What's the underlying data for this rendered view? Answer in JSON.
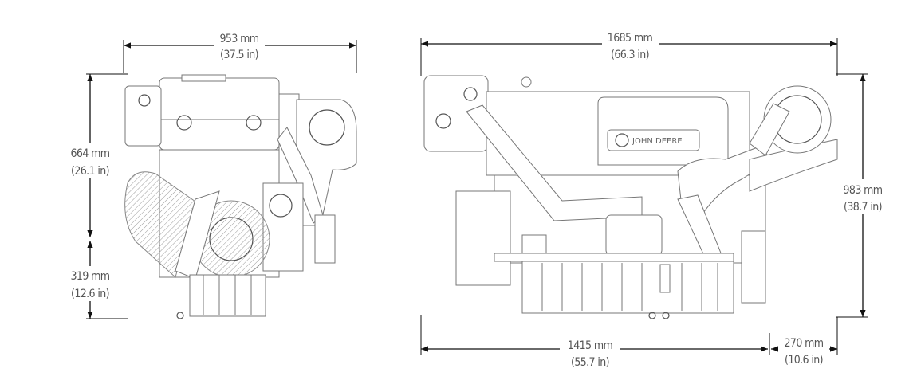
{
  "front_view": {
    "width": {
      "mm": "953 mm",
      "in": "(37.5 in)"
    },
    "height_upper": {
      "mm": "664 mm",
      "in": "(26.1 in)"
    },
    "height_lower": {
      "mm": "319 mm",
      "in": "(12.6 in)"
    }
  },
  "side_view": {
    "overall_length": {
      "mm": "1685 mm",
      "in": "(66.3 in)"
    },
    "overall_height": {
      "mm": "983 mm",
      "in": "(38.7 in)"
    },
    "base_length": {
      "mm": "1415 mm",
      "in": "(55.7 in)"
    },
    "rear_overhang": {
      "mm": "270 mm",
      "in": "(10.6 in)"
    },
    "logo_text": "JOHN DEERE"
  }
}
